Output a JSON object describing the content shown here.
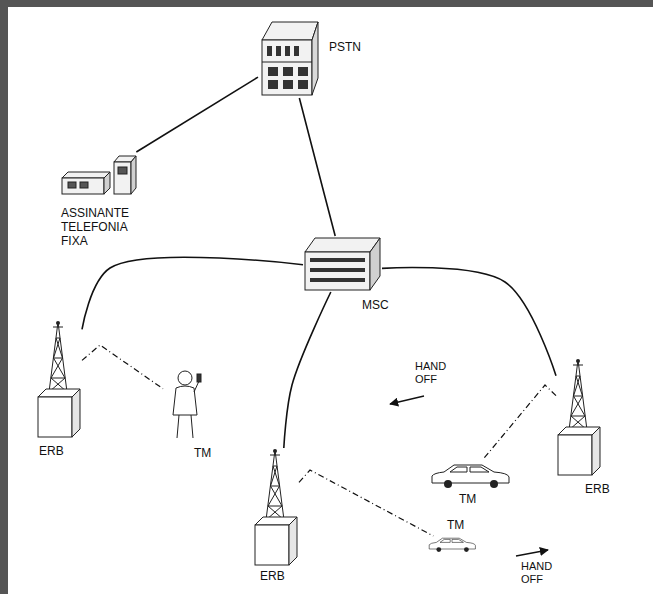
{
  "diagram": {
    "nodes": [
      {
        "text": [
          "PSTN"
        ]
      },
      {
        "text": [
          "ASSINANTE TELEFONIA FIXA"
        ]
      },
      {
        "text": [
          "MSC"
        ]
      },
      {
        "text": [
          "ERB"
        ]
      },
      {
        "text": [
          "TM"
        ]
      },
      {
        "text": [
          "TM"
        ]
      },
      {
        "text": [
          "ERB"
        ]
      },
      {
        "text": [
          "ERB"
        ]
      },
      {
        "text": [
          "TM"
        ]
      }
    ],
    "edges": [
      {
        "from": 0,
        "to": 1,
        "arrow": "none"
      },
      {
        "from": 0,
        "to": 2,
        "arrow": "none"
      },
      {
        "from": 2,
        "to": 3,
        "arrow": "none"
      },
      {
        "from": 2,
        "to": 6,
        "arrow": "none"
      },
      {
        "from": 2,
        "to": 7,
        "arrow": "none"
      },
      {
        "from": 3,
        "to": 4,
        "arrow": "none"
      },
      {
        "from": 6,
        "to": 5,
        "arrow": "none"
      },
      {
        "from": 7,
        "to": 8,
        "arrow": "none"
      }
    ],
    "labels": [
      "HAND OFF",
      "HAND OFF"
    ]
  }
}
